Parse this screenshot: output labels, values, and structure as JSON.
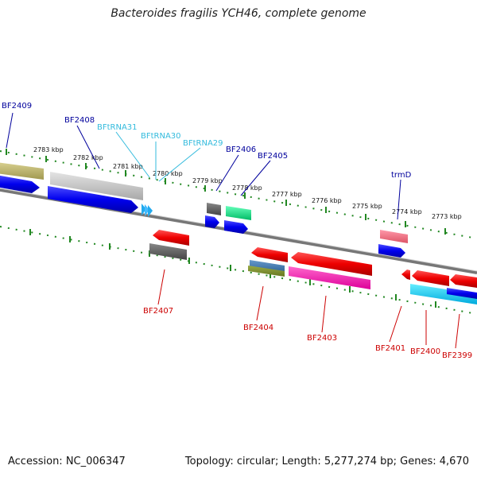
{
  "title": "Bacteroides fragilis YCH46, complete genome",
  "footer": {
    "accession": "Accession: NC_006347",
    "topology": "Topology: circular; Length: 5,277,274 bp; Genes: 4,670"
  },
  "scale_ticks": [
    "2783 kbp",
    "2782 kbp",
    "2781 kbp",
    "2780 kbp",
    "2779 kbp",
    "2778 kbp",
    "2777 kbp",
    "2776 kbp",
    "2775 kbp",
    "2774 kbp",
    "2773 kbp"
  ],
  "forward_genes": [
    {
      "label": "BF2409",
      "color": "#00009c"
    },
    {
      "label": "BF2408",
      "color": "#00009c"
    },
    {
      "label": "BFtRNA31",
      "color": "#33bbdd"
    },
    {
      "label": "BFtRNA30",
      "color": "#33bbdd"
    },
    {
      "label": "BFtRNA29",
      "color": "#33bbdd"
    },
    {
      "label": "BF2406",
      "color": "#00009c"
    },
    {
      "label": "BF2405",
      "color": "#00009c"
    },
    {
      "label": "trmD",
      "color": "#00009c"
    }
  ],
  "reverse_genes": [
    {
      "label": "BF2407",
      "color": "#cc0000"
    },
    {
      "label": "BF2404",
      "color": "#cc0000"
    },
    {
      "label": "BF2403",
      "color": "#cc0000"
    },
    {
      "label": "BF2401",
      "color": "#cc0000"
    },
    {
      "label": "BF2400",
      "color": "#cc0000"
    },
    {
      "label": "BF2399",
      "color": "#cc0000"
    }
  ]
}
